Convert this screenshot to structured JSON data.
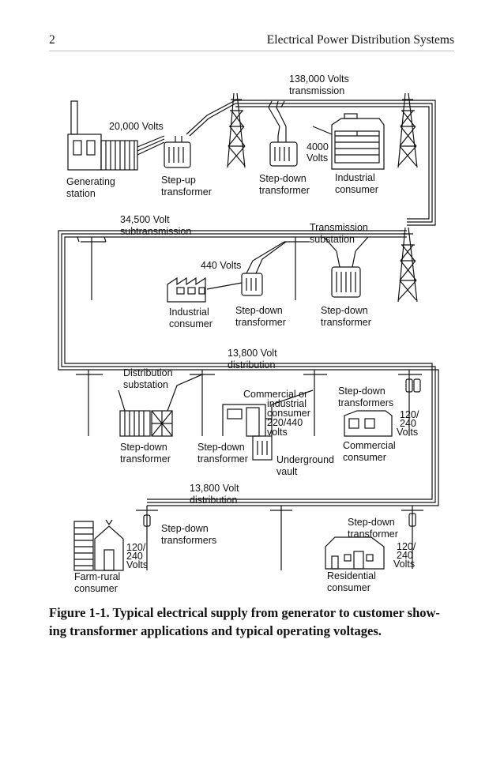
{
  "header": {
    "page_number": "2",
    "running_head": "Electrical Power Distribution Systems"
  },
  "figure": {
    "stage1": {
      "transmission": [
        "138,000 Volts",
        "transmission"
      ],
      "gen_volts": "20,000 Volts",
      "generating": [
        "Generating",
        "station"
      ],
      "stepup": [
        "Step-up",
        "transformer"
      ],
      "stepdown": [
        "Step-down",
        "transformer"
      ],
      "v4000": [
        "4000",
        "Volts"
      ],
      "industrial": [
        "Industrial",
        "consumer"
      ]
    },
    "stage2": {
      "subtrans": [
        "34,500 Volt",
        "subtransmission"
      ],
      "trans_sub": [
        "Transmission",
        "substation"
      ],
      "v440": "440 Volts",
      "industrial": [
        "Industrial",
        "consumer"
      ],
      "stepdown_a": [
        "Step-down",
        "transformer"
      ],
      "stepdown_b": [
        "Step-down",
        "transformer"
      ]
    },
    "stage3": {
      "dist": [
        "13,800 Volt",
        "distribution"
      ],
      "dist_sub": [
        "Distribution",
        "substation"
      ],
      "comm_ind": [
        "Commercial or",
        "industrial",
        "consumer",
        "220/440",
        "volts"
      ],
      "stepdown_tfs": [
        "Step-down",
        "transformers"
      ],
      "v120": [
        "120/",
        "240",
        "Volts"
      ],
      "stepdown_a": [
        "Step-down",
        "transformer"
      ],
      "stepdown_b": [
        "Step-down",
        "transformer"
      ],
      "underground": [
        "Underground",
        "vault"
      ],
      "commercial": [
        "Commercial",
        "consumer"
      ]
    },
    "stage4": {
      "dist": [
        "13,800 Volt",
        "distribution"
      ],
      "stepdown_tfs": [
        "Step-down",
        "transformers"
      ],
      "stepdown_tf": [
        "Step-down",
        "transformer"
      ],
      "v120_left": [
        "120/",
        "240",
        "Volts"
      ],
      "v120_right": [
        "120/",
        "240",
        "Volts"
      ],
      "farm": [
        "Farm-rural",
        "consumer"
      ],
      "residential": [
        "Residential",
        "consumer"
      ]
    }
  },
  "caption": [
    "Figure 1-1. Typical electrical supply from generator to customer show-",
    "ing transformer applications and typical operating voltages."
  ]
}
